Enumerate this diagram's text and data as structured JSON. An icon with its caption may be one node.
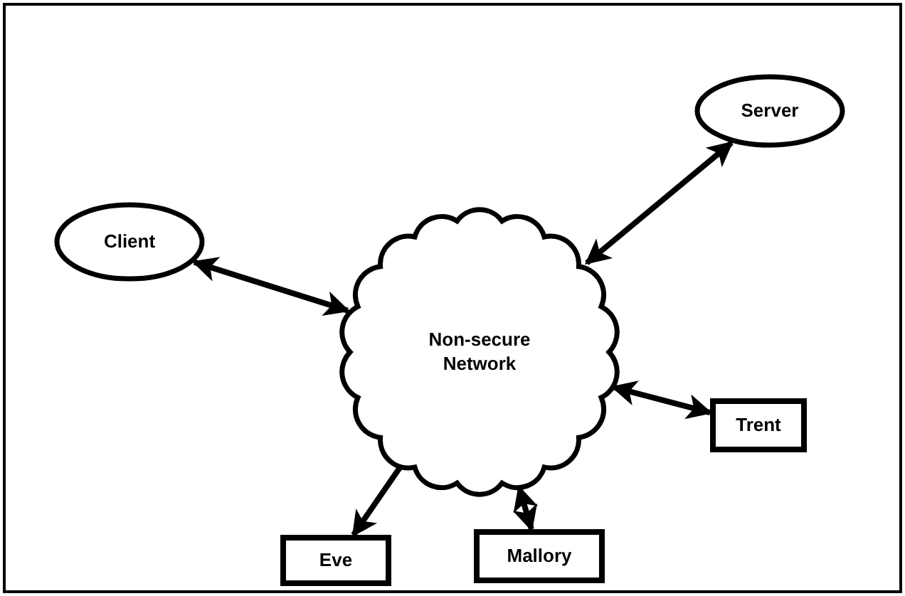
{
  "diagram": {
    "nodes": [
      {
        "text": [
          "Server"
        ]
      },
      {
        "text": [
          "Client"
        ]
      },
      {
        "text": [
          "Non-secure Network"
        ]
      },
      {
        "text": [
          "Trent"
        ]
      },
      {
        "text": [
          "Eve"
        ]
      },
      {
        "text": [
          "Mallory"
        ]
      }
    ],
    "edges": [
      {
        "from": 1,
        "to": 2,
        "arrow": "both"
      },
      {
        "from": 0,
        "to": 2,
        "arrow": "both"
      },
      {
        "from": 3,
        "to": 2,
        "arrow": "both"
      },
      {
        "from": 5,
        "to": 2,
        "arrow": "both"
      },
      {
        "from": 2,
        "to": 4,
        "arrow": "to"
      }
    ]
  }
}
